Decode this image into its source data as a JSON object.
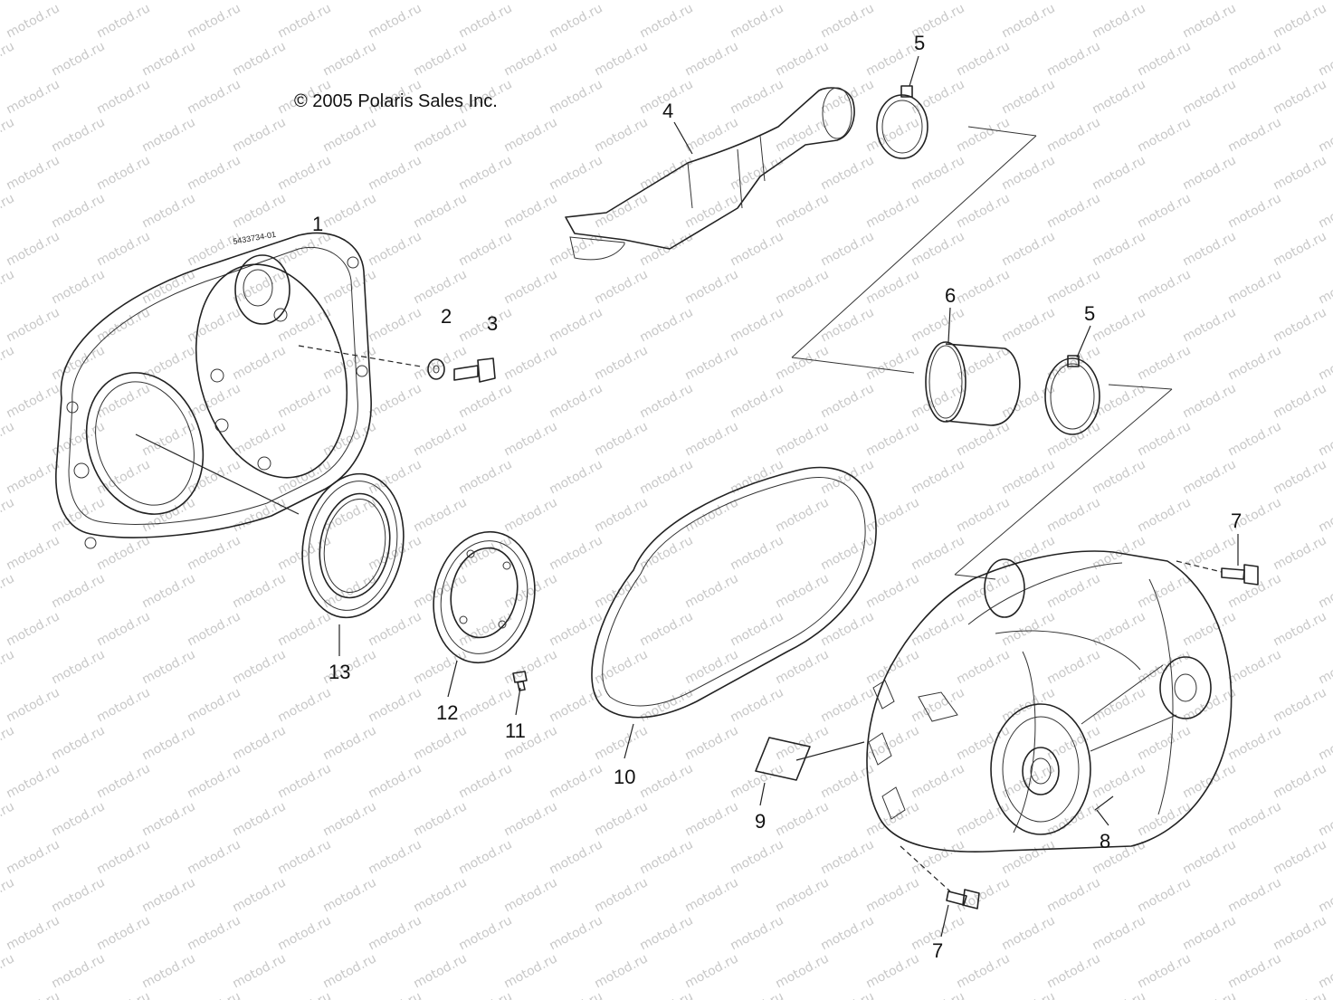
{
  "copyright": "© 2005 Polaris Sales Inc.",
  "watermark": "motod.ru",
  "cover_marking": "5433734-01",
  "callouts": [
    "1",
    "2",
    "3",
    "4",
    "5",
    "5",
    "6",
    "7",
    "7",
    "8",
    "9",
    "10",
    "11",
    "12",
    "13"
  ]
}
